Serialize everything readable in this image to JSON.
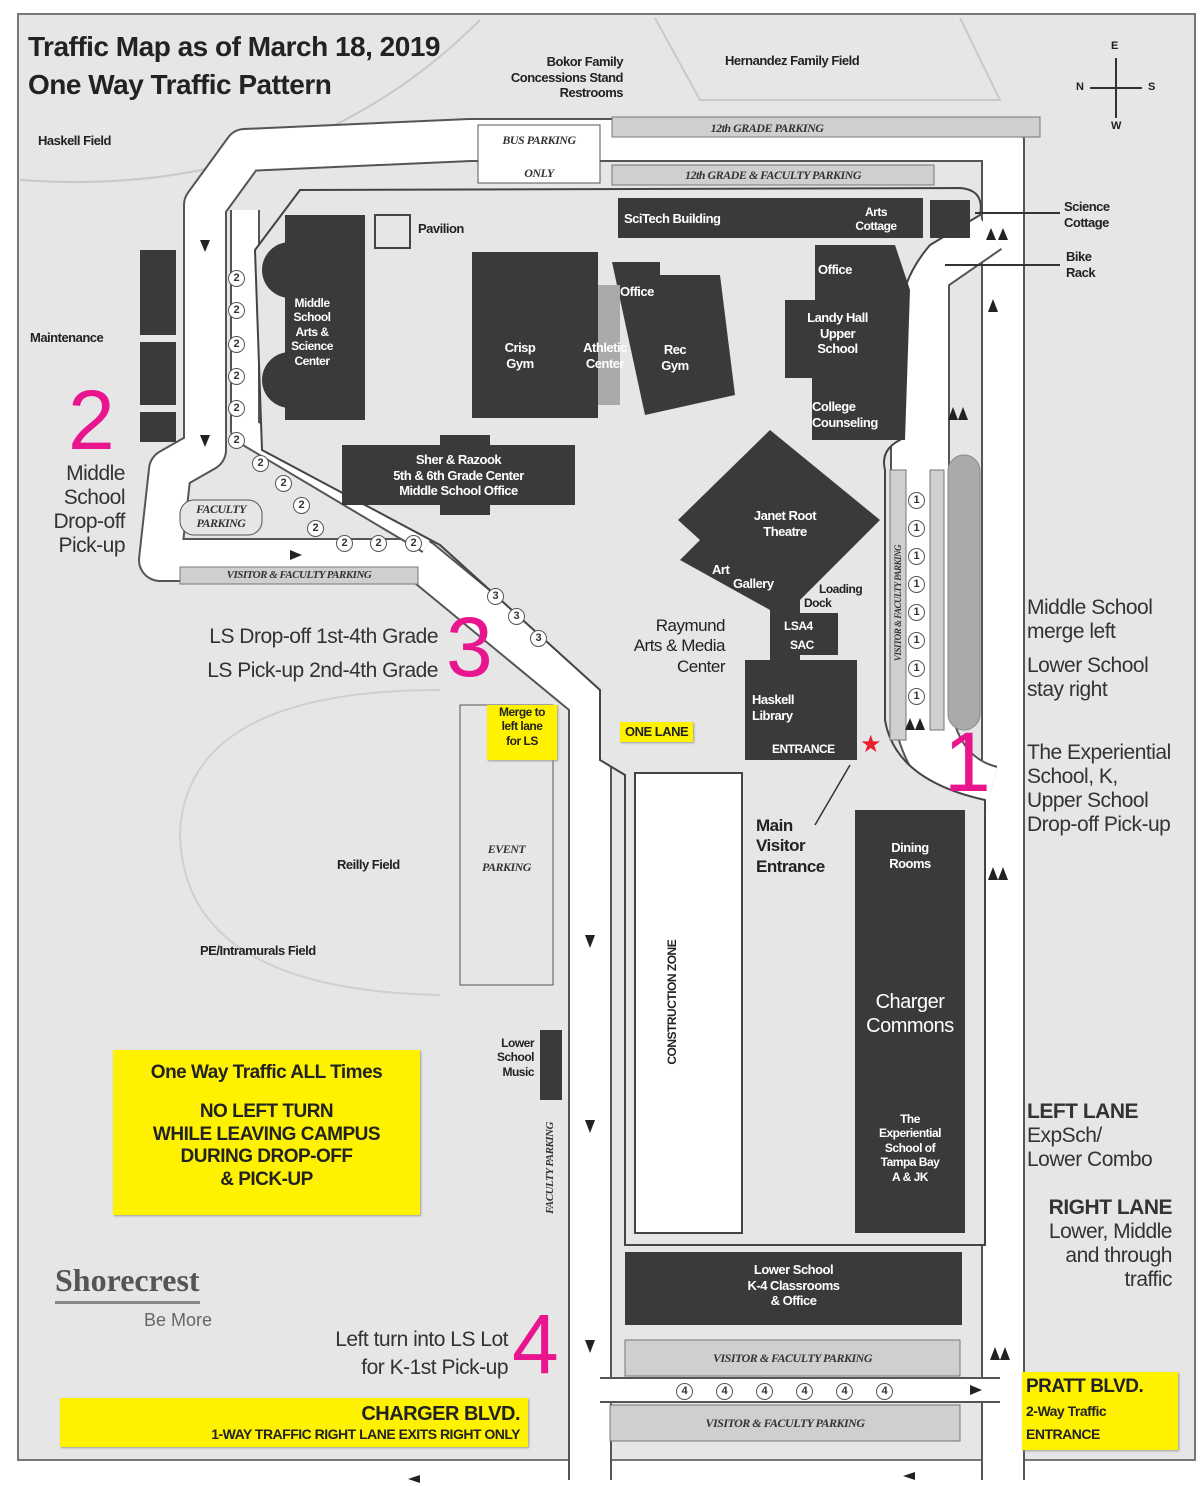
{
  "title": {
    "line1": "Traffic Map as of March 18, 2019",
    "line2": "One Way Traffic Pattern"
  },
  "compass": {
    "north": "N",
    "south": "S",
    "east": "E",
    "west": "W"
  },
  "fields": {
    "haskell": "Haskell Field",
    "hernandez": "Hernandez Family Field",
    "concessions": [
      "Bokor Family",
      "Concessions Stand",
      "Restrooms"
    ],
    "reilly": "Reilly Field",
    "pe": "PE/Intramurals Field"
  },
  "parking": {
    "bus": "BUS PARKING",
    "bus_only": "ONLY",
    "grade12": "12th GRADE PARKING",
    "grade12_faculty": "12th GRADE & FACULTY PARKING",
    "faculty_small": [
      "FACULTY",
      "PARKING"
    ],
    "visitor_faculty_left": "VISITOR & FACULTY PARKING",
    "visitor_faculty_right": "VISITOR & FACULTY PARKING",
    "event": [
      "EVENT",
      "PARKING"
    ],
    "faculty_vertical": "FACULTY PARKING",
    "visitor_faculty_bottom1": "VISITOR & FACULTY PARKING",
    "visitor_faculty_bottom2": "VISITOR & FACULTY PARKING"
  },
  "buildings": {
    "pavilion": "Pavilion",
    "middle_school_arts": [
      "Middle",
      "School",
      "Arts &",
      "Science",
      "Center"
    ],
    "crisp_gym": [
      "Crisp",
      "Gym"
    ],
    "athletic_center": [
      "Athletic",
      "Center"
    ],
    "office1": "Office",
    "rec_gym": [
      "Rec",
      "Gym"
    ],
    "scitech": "SciTech Building",
    "arts_cottage": [
      "Arts",
      "Cottage"
    ],
    "science_cottage": [
      "Science",
      "Cottage"
    ],
    "bike_rack": [
      "Bike",
      "Rack"
    ],
    "office2": "Office",
    "landy_hall": [
      "Landy Hall",
      "Upper",
      "School"
    ],
    "college_counseling": [
      "College",
      "Counseling"
    ],
    "maintenance": "Maintenance",
    "sher_razook": [
      "Sher & Razook",
      "5th & 6th Grade Center",
      "Middle School Office"
    ],
    "janet_root": [
      "Janet Root",
      "Theatre"
    ],
    "art_gallery": [
      "Art",
      "Gallery"
    ],
    "loading_dock": [
      "Loading",
      "Dock"
    ],
    "lsa4": "LSA4",
    "sac": "SAC",
    "raymund": [
      "Raymund",
      "Arts & Media",
      "Center"
    ],
    "haskell_library": [
      "Haskell",
      "Library"
    ],
    "entrance": "ENTRANCE",
    "main_visitor": [
      "Main",
      "Visitor",
      "Entrance"
    ],
    "dining": [
      "Dining",
      "Rooms"
    ],
    "charger_commons": [
      "Charger",
      "Commons"
    ],
    "experiential": [
      "The",
      "Experiential",
      "School of",
      "Tampa Bay",
      "A & JK"
    ],
    "construction": "CONSTRUCTION ZONE",
    "lower_music": [
      "Lower",
      "School",
      "Music"
    ],
    "lower_k4": [
      "Lower School",
      "K-4 Classrooms",
      "& Office"
    ]
  },
  "zones": {
    "zone1": {
      "number": "1",
      "notes": [
        "Middle School",
        "merge left",
        "Lower School",
        "stay right",
        "The Experiential",
        "School, K,",
        "Upper School",
        "Drop-off Pick-up"
      ]
    },
    "zone2": {
      "number": "2",
      "notes": [
        "Middle",
        "School",
        "Drop-off",
        "Pick-up"
      ]
    },
    "zone3": {
      "number": "3",
      "notes": [
        "LS Drop-off 1st-4th Grade",
        "LS Pick-up 2nd-4th Grade"
      ]
    },
    "zone4": {
      "number": "4",
      "notes": [
        "Left turn into LS Lot",
        "for K-1st Pick-up"
      ]
    }
  },
  "signs": {
    "one_lane": "ONE LANE",
    "merge": [
      "Merge to",
      "left lane",
      "for LS"
    ],
    "one_way": {
      "heading": "One Way Traffic ALL Times",
      "lines": [
        "NO LEFT TURN",
        "WHILE LEAVING CAMPUS",
        "DURING DROP-OFF",
        "& PICK-UP"
      ]
    },
    "charger": {
      "name": "CHARGER BLVD.",
      "sub": "1-WAY TRAFFIC RIGHT LANE EXITS RIGHT ONLY"
    },
    "pratt": {
      "name": "PRATT BLVD.",
      "lines": [
        "2-Way Traffic",
        "ENTRANCE"
      ]
    }
  },
  "lanes": {
    "left": {
      "heading": "LEFT LANE",
      "lines": [
        "ExpSch/",
        "Lower Combo"
      ]
    },
    "right": {
      "heading": "RIGHT LANE",
      "lines": [
        "Lower, Middle",
        "and through",
        "traffic"
      ]
    }
  },
  "logo": {
    "name": "Shorecrest",
    "tagline": "Be More"
  },
  "colors": {
    "magenta": "#e8158e",
    "yellow": "#fff200",
    "building": "#3a3a3a",
    "ground": "#e6e6e7",
    "star": "#e8202a"
  }
}
